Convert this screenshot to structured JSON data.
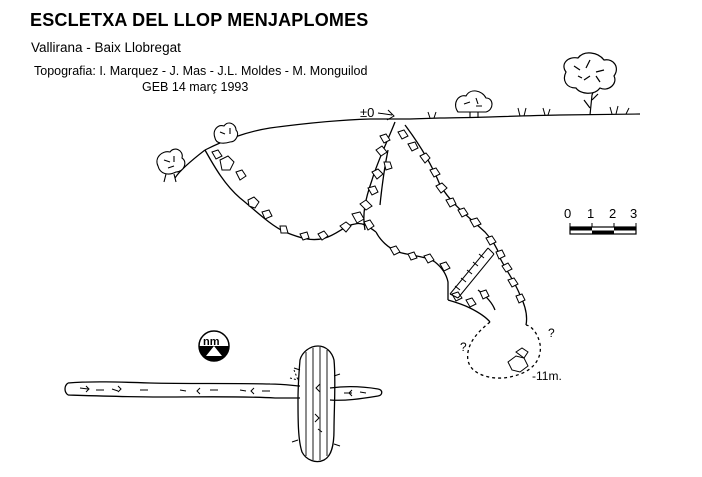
{
  "header": {
    "title": "ESCLETXA DEL LLOP MENJAPLOMES",
    "location": "Vallirana - Baix Llobregat",
    "credits": "Topografia: I. Marquez - J. Mas - J.L. Moldes -  M. Monguilod",
    "group_date": "GEB    14 març 1993"
  },
  "profile": {
    "entrance_label": "±0",
    "depth_label": "-11m.",
    "unknown_mark": "?"
  },
  "scale": {
    "ticks": [
      "0",
      "1",
      "2",
      "3"
    ]
  },
  "north_logo": {
    "text": "nm"
  }
}
